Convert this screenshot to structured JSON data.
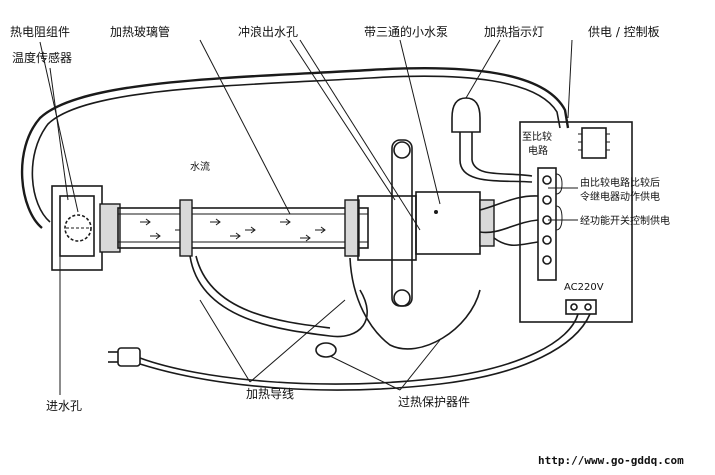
{
  "labels": {
    "heater_assembly": "热电阻组件",
    "temp_sensor": "温度传感器",
    "heating_glass_tube": "加热玻璃管",
    "flush_outlet": "冲浪出水孔",
    "small_pump": "带三通的小水泵",
    "heat_indicator": "加热指示灯",
    "power_control_board": "供电 / 控制板",
    "water_flow": "水流",
    "to_comparator_line1": "至比较",
    "to_comparator_line2": "电路",
    "comparator_note_line1": "由比较电路比较后",
    "comparator_note_line2": "令继电器动作供电",
    "switch_note": "经功能开关控制供电",
    "ac_supply": "AC220V",
    "water_inlet": "进水孔",
    "heating_wire": "加热导线",
    "overheat_protector": "过热保护器件",
    "website": "http://www.go-gddq.com"
  }
}
